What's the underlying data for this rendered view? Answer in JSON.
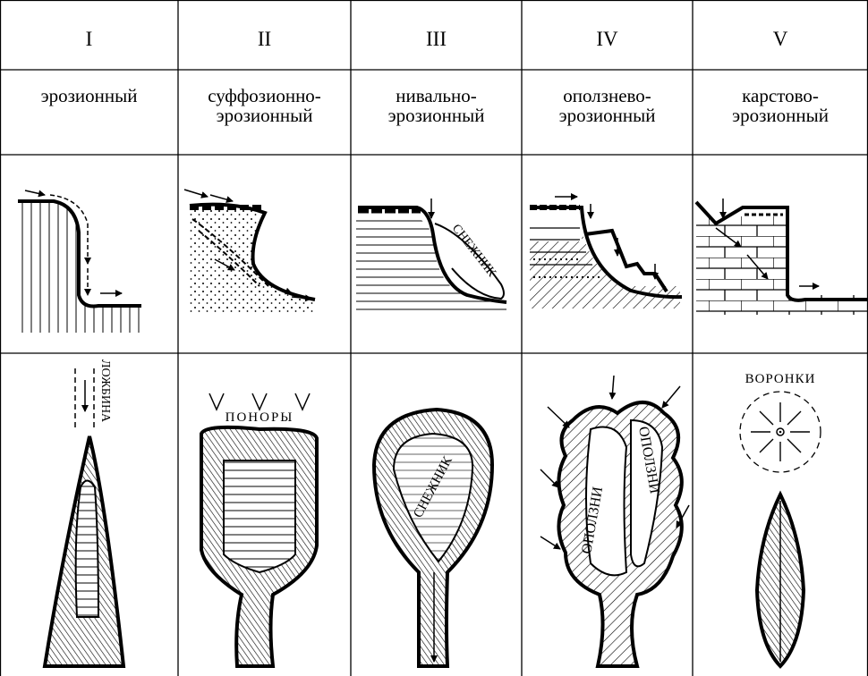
{
  "columns": [
    {
      "numeral": "I",
      "type": "эрозионный"
    },
    {
      "numeral": "II",
      "type": "суффозионно-\nэрозионный"
    },
    {
      "numeral": "III",
      "type": "нивально-\nэрозионный"
    },
    {
      "numeral": "IV",
      "type": "оползнево-\nэрозионный"
    },
    {
      "numeral": "V",
      "type": "карстово-\nэрозионный"
    }
  ],
  "labels": {
    "lozhbina": "ЛОЖБИНА",
    "ponory": "ПОНОРЫ",
    "snezhnik_profile": "СНЕЖНИК",
    "snezhnik_plan": "СНЕЖНИК",
    "opolzni_left": "ОПОЛЗНИ",
    "opolzni_right": "ОПОЛЗНИ",
    "voronki": "ВОРОНКИ"
  }
}
